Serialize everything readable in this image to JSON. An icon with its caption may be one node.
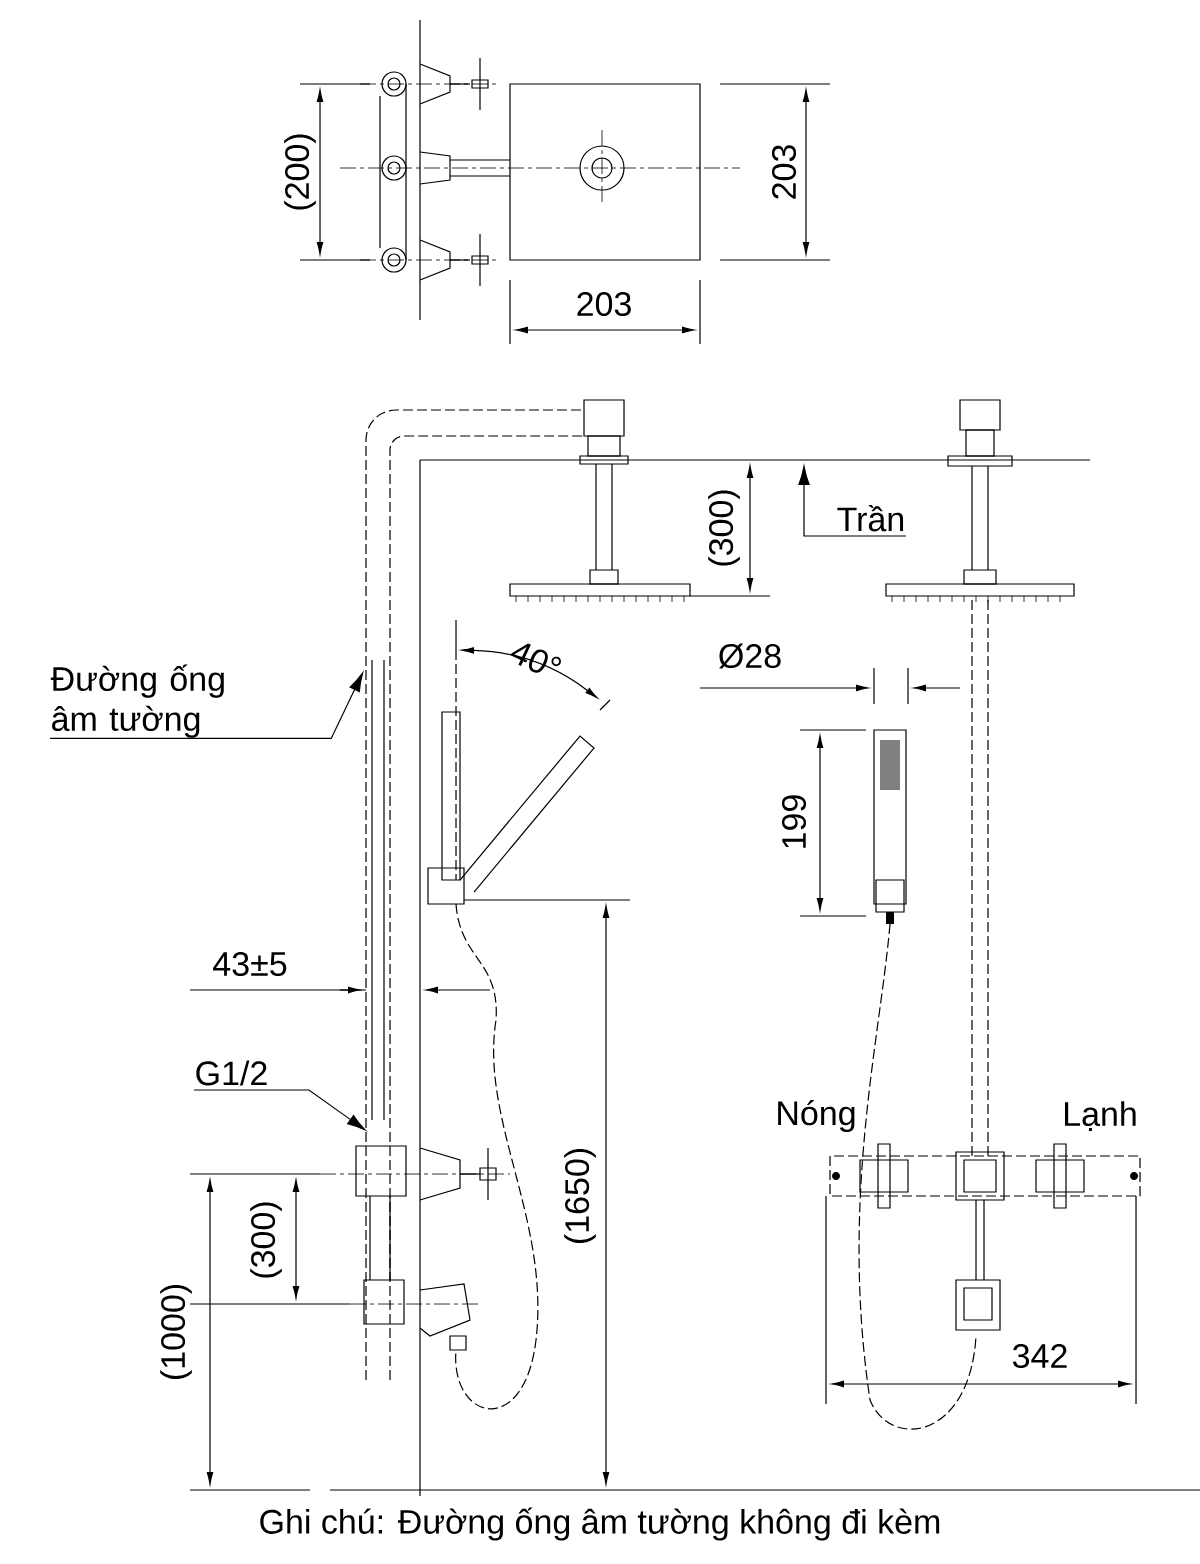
{
  "diagram": {
    "caption": "Ghi chú: Đường ống âm tường không đi kèm",
    "nodes": [
      {
        "text": [
          "Đường ống âm tường"
        ]
      },
      {
        "text": [
          "G1/2"
        ]
      },
      {
        "text": [
          "Trần"
        ]
      }
    ],
    "edges": [
      {
        "from": 0,
        "to": null,
        "arrow": "to"
      },
      {
        "from": 1,
        "to": null,
        "arrow": "to"
      },
      {
        "from": 2,
        "to": null,
        "arrow": "to"
      }
    ],
    "labels": [
      "(200)",
      "203",
      "203",
      "(300)",
      "40°",
      "Ø28",
      "199",
      "43±5",
      "Nóng",
      "Lạnh",
      "(1650)",
      "(300)",
      "(1000)",
      "342"
    ]
  }
}
